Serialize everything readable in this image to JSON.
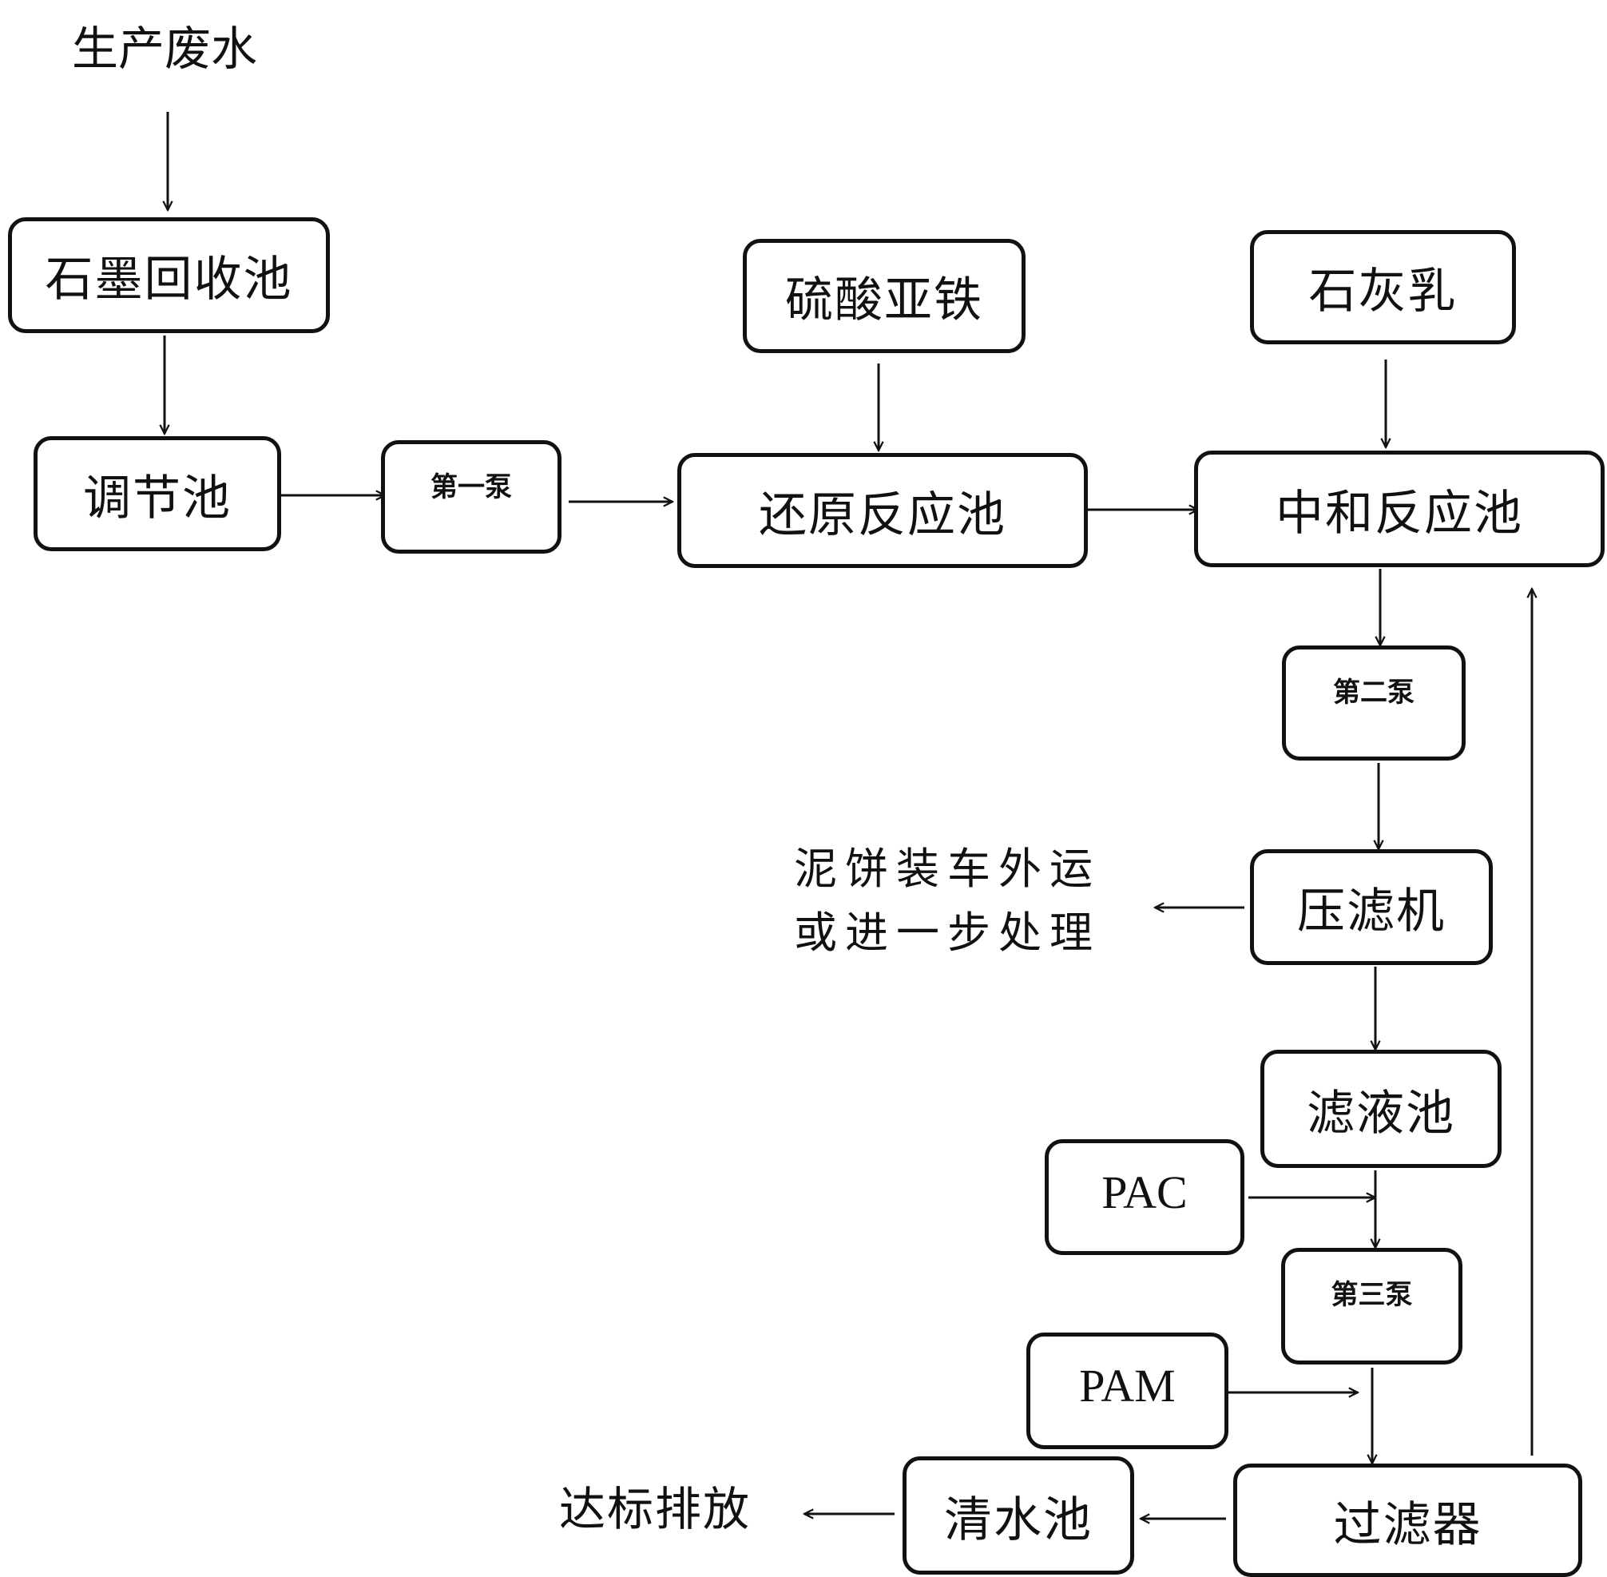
{
  "source_label": "生产废水",
  "nodes": {
    "graphite_pool": "石墨回收池",
    "regulating_pool": "调节池",
    "pump1": "第一泵",
    "ferrous_sulfate": "硫酸亚铁",
    "reduction_pool": "还原反应池",
    "lime_milk": "石灰乳",
    "neutralization_pool": "中和反应池",
    "pump2": "第二泵",
    "filter_press": "压滤机",
    "filtrate_pool": "滤液池",
    "pac": "PAC",
    "pump3": "第三泵",
    "pam": "PAM",
    "filter": "过滤器",
    "clear_water_pool": "清水池"
  },
  "sludge_note": [
    "泥饼装车外运",
    "或进一步处理"
  ],
  "discharge_label": "达标排放"
}
